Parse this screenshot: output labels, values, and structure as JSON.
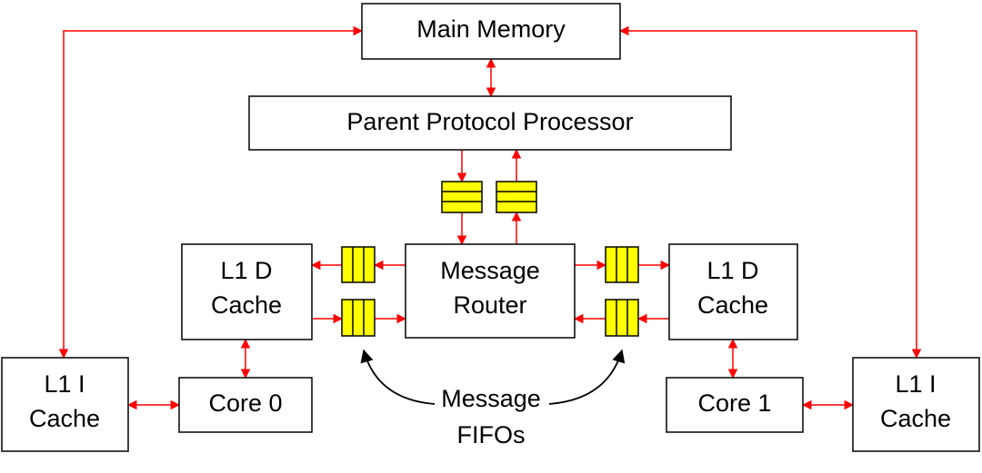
{
  "blocks": {
    "main_memory": "Main Memory",
    "parent_protocol_processor": "Parent Protocol Processor",
    "message_router": [
      "Message",
      "Router"
    ],
    "l1d_left": [
      "L1 D",
      "Cache"
    ],
    "l1d_right": [
      "L1 D",
      "Cache"
    ],
    "l1i_left": [
      "L1 I",
      "Cache"
    ],
    "l1i_right": [
      "L1 I",
      "Cache"
    ],
    "core0": "Core 0",
    "core1": "Core 1"
  },
  "annotation": [
    "Message",
    "FIFOs"
  ],
  "colors": {
    "wire": "#ff0000",
    "fifo_fill": "#ffff00",
    "box_stroke": "#000000"
  }
}
